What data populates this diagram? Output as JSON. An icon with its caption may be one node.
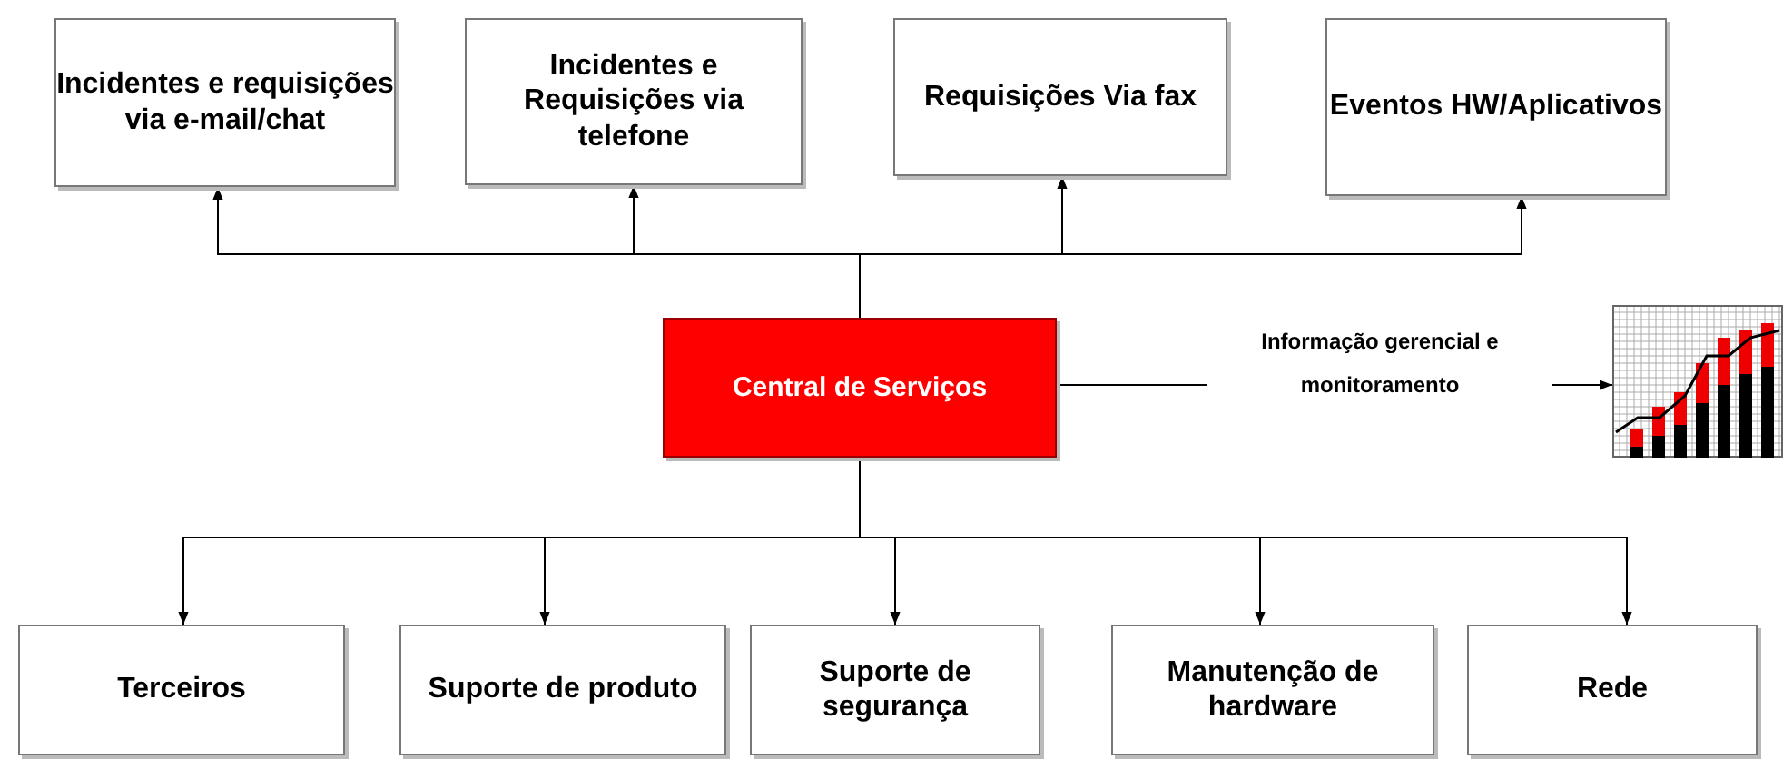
{
  "diagram": {
    "nodes": [
      {
        "text": [
          "Incidentes e requisições via e-mail/chat"
        ]
      },
      {
        "text": [
          "Incidentes e Requisições via telefone"
        ]
      },
      {
        "text": [
          "Requisições Via fax"
        ]
      },
      {
        "text": [
          "Eventos HW/Aplicativos"
        ]
      },
      {
        "text": [
          "Central de Serviços"
        ]
      },
      {
        "text": [],
        "shape": "picture"
      },
      {
        "text": [
          "Terceiros"
        ]
      },
      {
        "text": [
          "Suporte de produto"
        ]
      },
      {
        "text": [
          "Suporte de segurança"
        ]
      },
      {
        "text": [
          "Manutenção de hardware"
        ]
      },
      {
        "text": [
          "Rede"
        ]
      }
    ],
    "edges": [
      {
        "from": 4,
        "to": 0,
        "arrow": "to"
      },
      {
        "from": 4,
        "to": 1,
        "arrow": "to"
      },
      {
        "from": 4,
        "to": 2,
        "arrow": "to"
      },
      {
        "from": 4,
        "to": 3,
        "arrow": "to"
      },
      {
        "from": 4,
        "to": 5,
        "arrow": "to",
        "label": "Informação gerencial e monitoramento"
      },
      {
        "from": 4,
        "to": 6,
        "arrow": "to"
      },
      {
        "from": 4,
        "to": 7,
        "arrow": "to"
      },
      {
        "from": 4,
        "to": 8,
        "arrow": "to"
      },
      {
        "from": 4,
        "to": 9,
        "arrow": "to"
      },
      {
        "from": 4,
        "to": 10,
        "arrow": "to"
      }
    ]
  }
}
